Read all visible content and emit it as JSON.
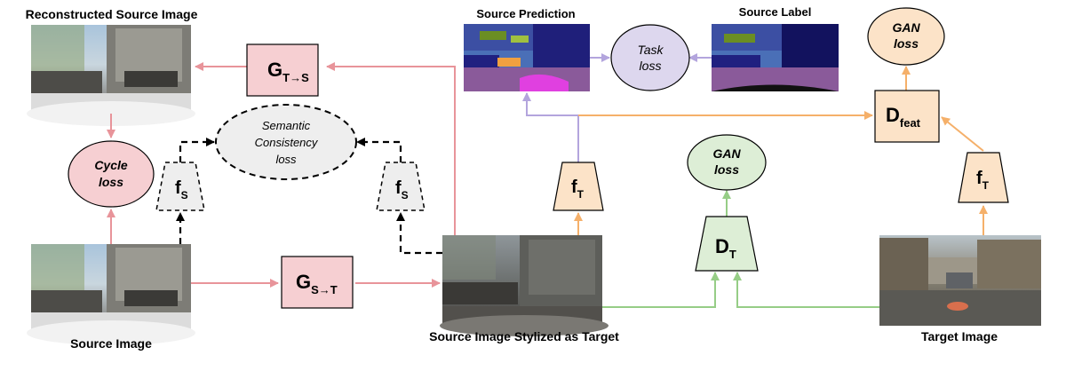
{
  "captions": {
    "reconstructed_source": "Reconstructed Source Image",
    "source_image": "Source Image",
    "stylized": "Source Image Stylized as Target",
    "target_image": "Target Image",
    "source_prediction": "Source Prediction",
    "source_label": "Source Label"
  },
  "nodes": {
    "g_ts": {
      "main": "G",
      "sub": "T→S"
    },
    "g_st": {
      "main": "G",
      "sub": "S→T"
    },
    "f_s_left": {
      "main": "f",
      "sub": "S"
    },
    "f_s_right": {
      "main": "f",
      "sub": "S"
    },
    "f_t_mid": {
      "main": "f",
      "sub": "T"
    },
    "f_t_right": {
      "main": "f",
      "sub": "T"
    },
    "d_t": {
      "main": "D",
      "sub": "T"
    },
    "d_feat": {
      "main": "D",
      "sub": "feat"
    }
  },
  "losses": {
    "cycle": [
      "Cycle",
      "loss"
    ],
    "semantic": [
      "Semantic",
      "Consistency",
      "loss"
    ],
    "task": [
      "Task",
      "loss"
    ],
    "gan_mid": [
      "GAN",
      "loss"
    ],
    "gan_top": [
      "GAN",
      "loss"
    ]
  },
  "colors": {
    "red": "#e8949a",
    "red_fill": "#f6cfd2",
    "purple": "#b3a5dd",
    "purple_fill": "#ddd7ee",
    "orange": "#f5b06a",
    "orange_fill": "#fce3c8",
    "green": "#96cd86",
    "green_fill": "#ddeed6",
    "gray_fill": "#eeeeee"
  }
}
